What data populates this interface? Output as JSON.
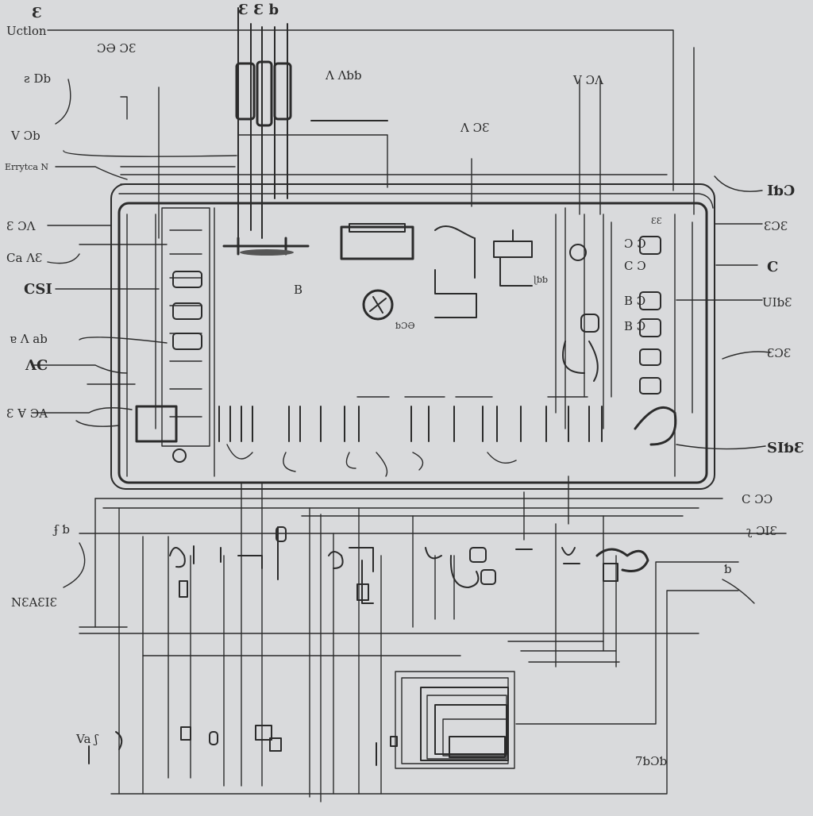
{
  "diagram": {
    "colors": {
      "background": "#d9dadc",
      "ink": "#2b2b2b",
      "panel_fill": "#e1e2e4"
    },
    "labels_left": [
      "Uctlon",
      "ƨ Db",
      "V Ɔb",
      "Errytca N",
      "Ɛ ƆΛ",
      "Ca ΛƐ",
      "CSI",
      "ɐ Ʌ ab",
      "ΛC",
      "Ɛ Ɐ ƆA",
      "ʄ ƅ",
      "NƐAƐIƐ",
      "Va ʃ"
    ],
    "labels_top": [
      "Ɛ",
      "Ɛ Ɛ b",
      "ƆƏ ƆƐ",
      "Λ Ʌƅƅ",
      "V ƆΛ",
      "Ʌ ƆƐ"
    ],
    "labels_right": [
      "IƅƆ",
      "ƐƆƐ",
      "C",
      "UIƅƐ",
      "ƐƆƐ",
      "SIƅƐ",
      "C ƆƆ",
      "ʅ ƆIƐ",
      "ƅ",
      "7ƅƆƅ"
    ],
    "panel_labels": [
      "B",
      "Ɔ Ɔ",
      "C Ɔ",
      "B Ɔ",
      "B Ɔ",
      "ƅƆƏ",
      "ɭƅƅ",
      "ƐƐ"
    ]
  }
}
